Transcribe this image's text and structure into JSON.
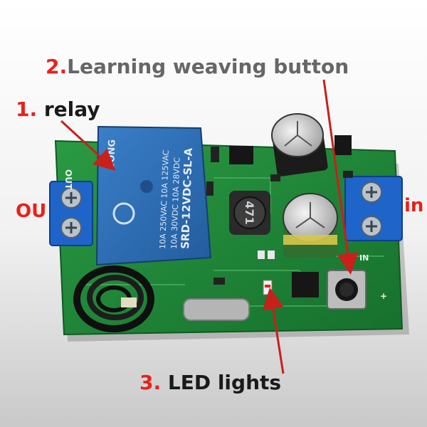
{
  "annotations": [
    {
      "number": "1.",
      "text": "relay"
    },
    {
      "number": "2.",
      "text": "Learning weaving button"
    },
    {
      "number": "3.",
      "text": "LED lights"
    }
  ],
  "side_labels": {
    "left": "OU",
    "right": "in"
  },
  "board_markings": {
    "relay_brand": "SONG",
    "relay_model": "SRD-12VDC-SL-A",
    "relay_rating_1": "10A 250VAC  10A 125VAC",
    "relay_rating_2": "10A  30VDC  10A  28VDC",
    "inductor_code": "471",
    "pcb_out": "OUT",
    "pcb_in": "IN",
    "pcb_plus": "+"
  },
  "colors": {
    "annotation_number": "#e8211b",
    "annotation_text": "#1a1a1a",
    "arrow": "#c8201a",
    "pcb": "#1f8a3a",
    "relay": "#2d6fb8",
    "terminal": "#1f64c8"
  }
}
